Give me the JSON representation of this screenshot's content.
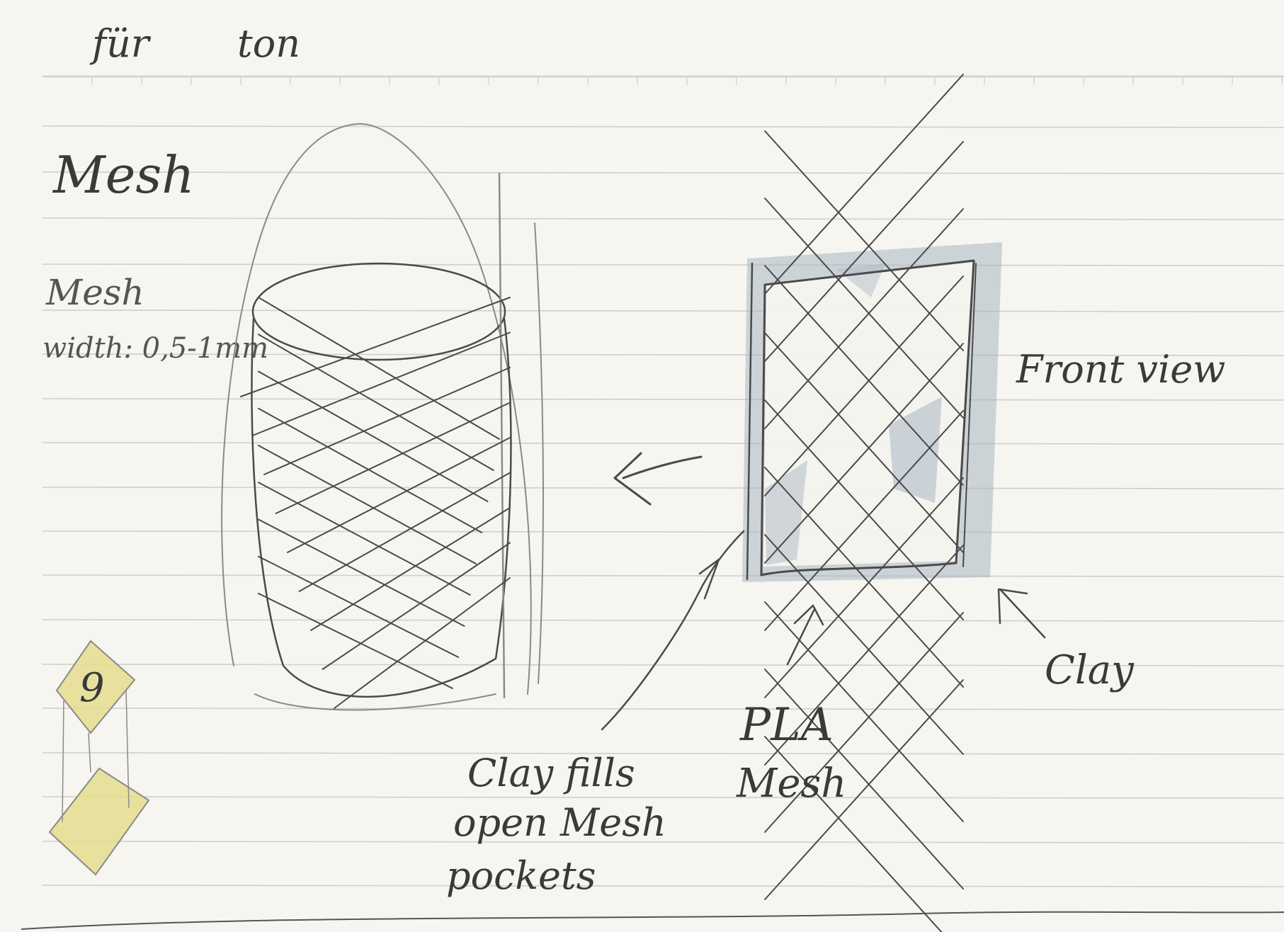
{
  "header": {
    "left_word": "für",
    "right_word": "ton"
  },
  "notes": {
    "title": "Mesh",
    "width_label": "Mesh",
    "width_value": "width: 0,5-1mm"
  },
  "labels": {
    "front_view": "Front view",
    "clay": "Clay",
    "pla_line1": "PLA",
    "pla_line2": "Mesh",
    "fill_line1": "Clay fills",
    "fill_line2": "open Mesh",
    "fill_line3": "pockets"
  },
  "page_number": "9",
  "colors": {
    "paper": "#f6f5f0",
    "rule_line": "#cfcfcb",
    "pencil": "#4a4a4a",
    "clay_wash": "#aab6c2",
    "marker_yellow": "#e4dd8e"
  }
}
